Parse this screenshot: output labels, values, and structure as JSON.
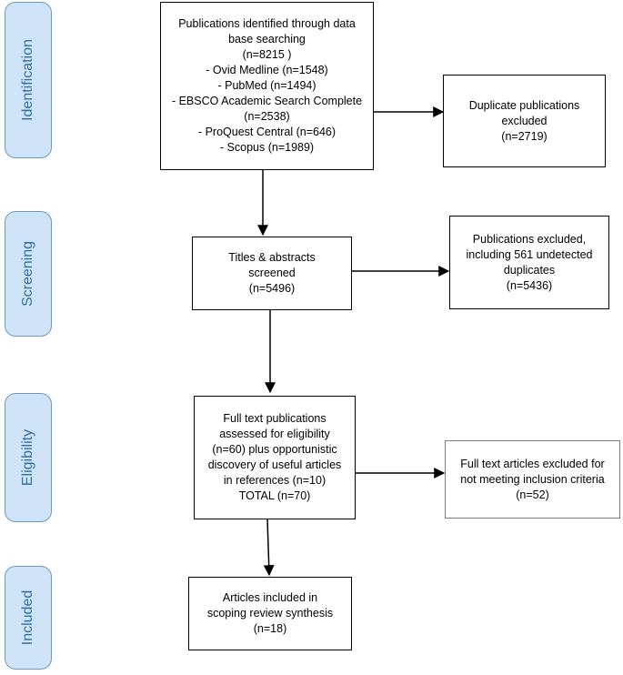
{
  "stages": {
    "identification": "Identification",
    "screening": "Screening",
    "eligibility": "Eligibility",
    "included": "Included"
  },
  "boxes": {
    "identified": {
      "lines": [
        "Publications identified through data",
        "base searching",
        "(n=8215 )",
        "- Ovid Medline (n=1548)",
        "- PubMed (n=1494)",
        "- EBSCO Academic Search Complete",
        "(n=2538)",
        "- ProQuest Central (n=646)",
        "- Scopus (n=1989)"
      ]
    },
    "duplicates": {
      "lines": [
        "Duplicate publications",
        "excluded",
        "(n=2719)"
      ]
    },
    "screened": {
      "lines": [
        "Titles & abstracts",
        "screened",
        "(n=5496)"
      ]
    },
    "excluded_screening": {
      "lines": [
        "Publications excluded,",
        "including 561 undetected",
        "duplicates",
        "(n=5436)"
      ]
    },
    "eligibility": {
      "lines": [
        "Full text publications",
        "assessed for eligibility",
        "(n=60) plus opportunistic",
        "discovery of useful articles",
        "in references (n=10)",
        "TOTAL (n=70)"
      ]
    },
    "excluded_fulltext": {
      "lines": [
        "Full text articles excluded for",
        "not meeting inclusion criteria",
        "(n=52)"
      ]
    },
    "included": {
      "lines": [
        "Articles included in",
        "scoping review synthesis",
        "(n=18)"
      ]
    }
  },
  "colors": {
    "stage_fill": "#cfe4f7",
    "stage_border": "#6a9ac2",
    "stage_text": "#2f6ea3",
    "box_border": "#000000"
  }
}
